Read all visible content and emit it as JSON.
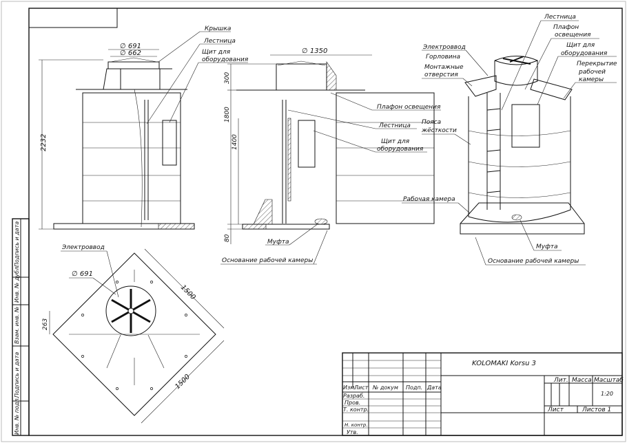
{
  "title_block": {
    "project": "KOLOMAKI Korsu 3",
    "headers": [
      "Изм.",
      "Лист",
      "№ докум",
      "Подп.",
      "Дата"
    ],
    "roles": [
      "Разраб.",
      "Пров.",
      "Т. контр.",
      "Н. контр.",
      "Утв."
    ],
    "lit": "Лит.",
    "mass": "Масса",
    "scale_label": "Масштаб",
    "scale": "1:20",
    "sheet": "Лист",
    "sheets": "Листов 1"
  },
  "side_strip": [
    "Подпись и дата",
    "Инв. № дубл.",
    "Взам. инв. №",
    "Подпись и дата",
    "Инв. № подл."
  ],
  "front_view": {
    "dims": {
      "d_outer": "∅ 691",
      "d_inner": "∅ 662",
      "height": "2232"
    },
    "labels": [
      "Крышка",
      "Лестница",
      "Щит для",
      "оборудования"
    ]
  },
  "section_view": {
    "dims": {
      "diameter": "∅ 1350",
      "h_top": "300",
      "h_chamber": "1800",
      "h_panel": "1400",
      "h_base": "80"
    },
    "labels": {
      "light": "Плафон освещения",
      "ladder": "Лестница",
      "panel1": "Щит для",
      "panel2": "оборудования",
      "coupling": "Муфта",
      "base": "Основание рабочей камеры"
    }
  },
  "plan_view": {
    "dims": {
      "d": "∅ 691",
      "offset": "263",
      "side1": "1500",
      "side2": "1500"
    },
    "label": "Электроввод"
  },
  "iso_view": {
    "labels": {
      "ladder": "Лестница",
      "light1": "Плафон",
      "light2": "освещения",
      "panel1": "Щит для",
      "panel2": "оборудования",
      "cable": "Электроввод",
      "neck": "Горловина",
      "holes1": "Монтажные",
      "holes2": "отверстия",
      "cover1": "Перекрытие",
      "cover2": "рабочей",
      "cover3": "камеры",
      "ribs1": "Пояса",
      "ribs2": "жёсткости",
      "chamber": "Рабочая камера",
      "coupling": "Муфта",
      "base": "Основание рабочей камеры"
    }
  }
}
